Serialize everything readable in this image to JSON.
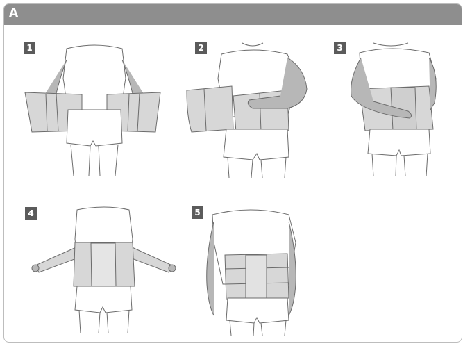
{
  "header": {
    "section_letter": "A"
  },
  "steps": [
    {
      "number": "1"
    },
    {
      "number": "2"
    },
    {
      "number": "3"
    },
    {
      "number": "4"
    },
    {
      "number": "5"
    }
  ],
  "colors": {
    "header_bar": "#8e8e8e",
    "badge": "#5b5b5b",
    "belt": "#d7d7d7",
    "outline": "#6b6b6b",
    "skin": "#b7b7b7"
  }
}
